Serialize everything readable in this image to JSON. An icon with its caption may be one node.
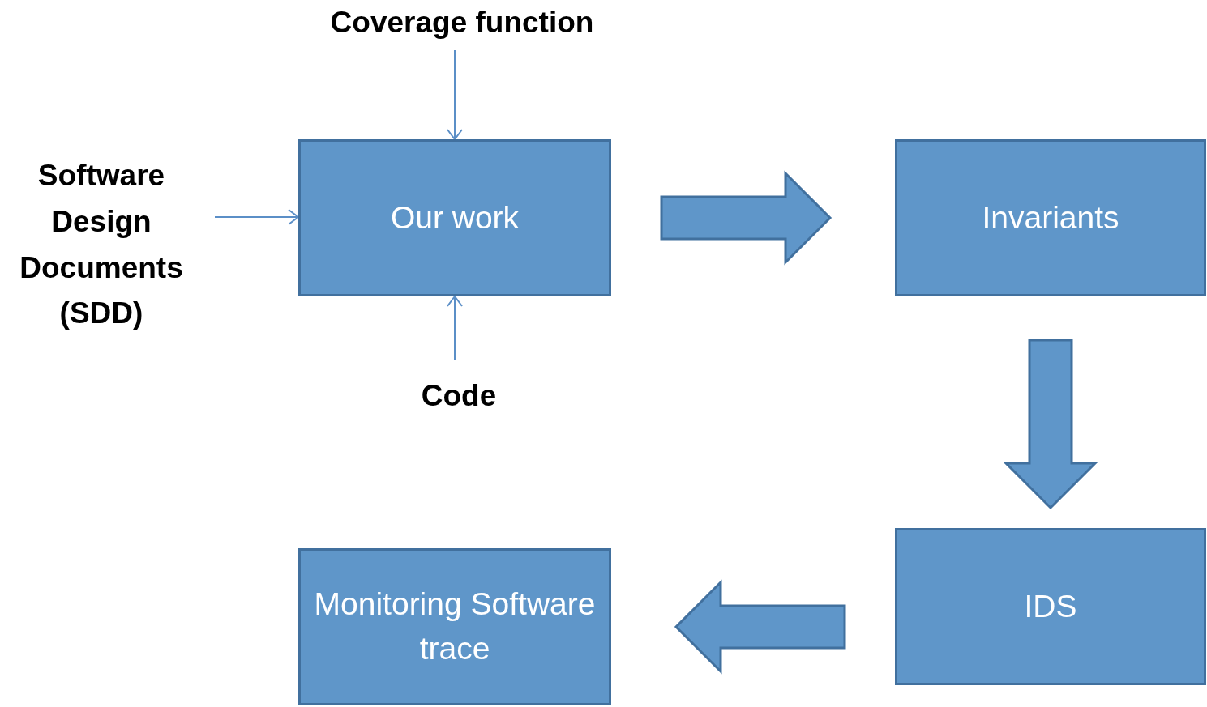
{
  "diagram": {
    "nodes": [
      {
        "text": [
          "Coverage function"
        ]
      },
      {
        "text": [
          "Software Design Documents (SDD)"
        ]
      },
      {
        "text": [
          "Our work"
        ]
      },
      {
        "text": [
          "Code"
        ]
      },
      {
        "text": [
          "Invariants"
        ]
      },
      {
        "text": [
          "IDS"
        ]
      },
      {
        "text": [
          "Monitoring Software trace"
        ]
      }
    ],
    "edges": [
      {
        "from": 0,
        "to": 2,
        "arrow": "to"
      },
      {
        "from": 1,
        "to": 2,
        "arrow": "to"
      },
      {
        "from": 3,
        "to": 2,
        "arrow": "to"
      },
      {
        "from": 2,
        "to": 4,
        "arrow": "to",
        "style": "thick"
      },
      {
        "from": 4,
        "to": 5,
        "arrow": "to",
        "style": "thick"
      },
      {
        "from": 5,
        "to": 6,
        "arrow": "to",
        "style": "thick"
      }
    ]
  }
}
